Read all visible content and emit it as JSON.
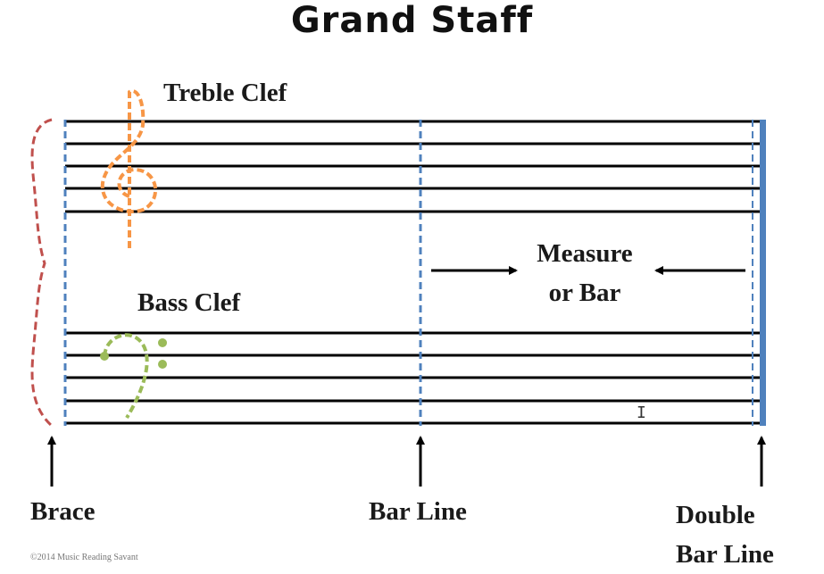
{
  "title": "Grand Staff",
  "labels": {
    "treble_clef": "Treble Clef",
    "bass_clef": "Bass Clef",
    "measure_line1": "Measure",
    "measure_line2": "or Bar",
    "brace": "Brace",
    "bar_line": "Bar Line",
    "double_bar_line1": "Double",
    "double_bar_line2": "Bar Line",
    "copyright": "©2014 Music Reading Savant"
  },
  "colors": {
    "staff_lines": "#000000",
    "bar_lines": "#4f81bd",
    "brace": "#c0504d",
    "treble_clef": "#f79646",
    "bass_clef": "#9bbb59",
    "arrows": "#000000"
  },
  "icons": {
    "treble_clef": "treble-clef-icon",
    "bass_clef": "bass-clef-icon",
    "brace": "brace-icon",
    "arrow": "arrow-icon"
  }
}
